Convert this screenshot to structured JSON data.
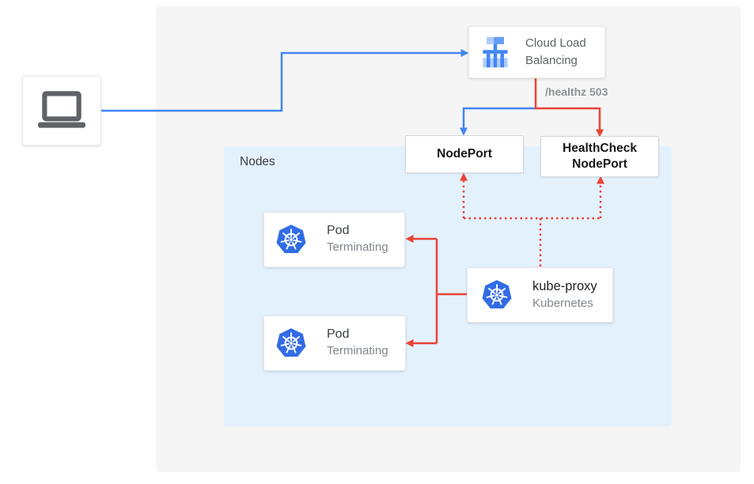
{
  "diagram": {
    "nodes_label": "Nodes",
    "healthz_label": "/healthz 503",
    "clb": {
      "line1": "Cloud Load",
      "line2": "Balancing"
    },
    "nodeport": {
      "label": "NodePort"
    },
    "healthcheck": {
      "line1": "HealthCheck",
      "line2": "NodePort"
    },
    "pod1": {
      "title": "Pod",
      "subtitle": "Terminating"
    },
    "pod2": {
      "title": "Pod",
      "subtitle": "Terminating"
    },
    "kube_proxy": {
      "title": "kube-proxy",
      "subtitle": "Kubernetes"
    }
  },
  "icons": {
    "client": "laptop-icon",
    "load_balancer": "cloud-load-balancing-icon",
    "pod": "kubernetes-icon",
    "kube_proxy": "kubernetes-icon"
  },
  "colors": {
    "blue_arrow": "#4285f4",
    "red_arrow": "#ea4335",
    "panel_bg": "#f5f5f6",
    "nodes_bg": "#e3f1fc",
    "kubernetes_blue": "#326ce5",
    "gcp_icon_blue": "#4285f4",
    "gcp_icon_light_blue": "#aecbfa",
    "laptop_gray": "#5f6368",
    "muted_text": "#80868b"
  }
}
